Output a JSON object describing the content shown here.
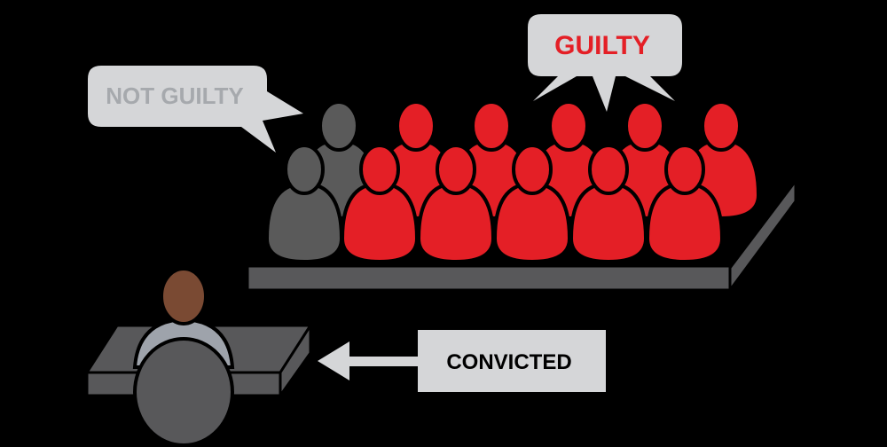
{
  "labels": {
    "not_guilty": "NOT GUILTY",
    "guilty": "GUILTY",
    "convicted": "CONVICTED"
  },
  "colors": {
    "background": "#000000",
    "guilty_juror": "#e41f26",
    "not_guilty_juror": "#5a5a5a",
    "guilty_text": "#e41f26",
    "not_guilty_text": "#a6a9ad",
    "bubble_fill": "#d5d6d8",
    "defendant_skin": "#7a4a33",
    "defendant_shirt": "#9ea3ab",
    "box_fill": "#58585a",
    "arrow": "#d5d6d8"
  },
  "jury": {
    "total": 12,
    "guilty_votes": 10,
    "not_guilty_votes": 2
  },
  "icons": {
    "speech_bubble_left": "speech-bubble-icon",
    "speech_bubble_right": "speech-bubble-icon",
    "arrow": "arrow-left-icon",
    "defendant": "person-icon",
    "juror": "person-icon"
  }
}
